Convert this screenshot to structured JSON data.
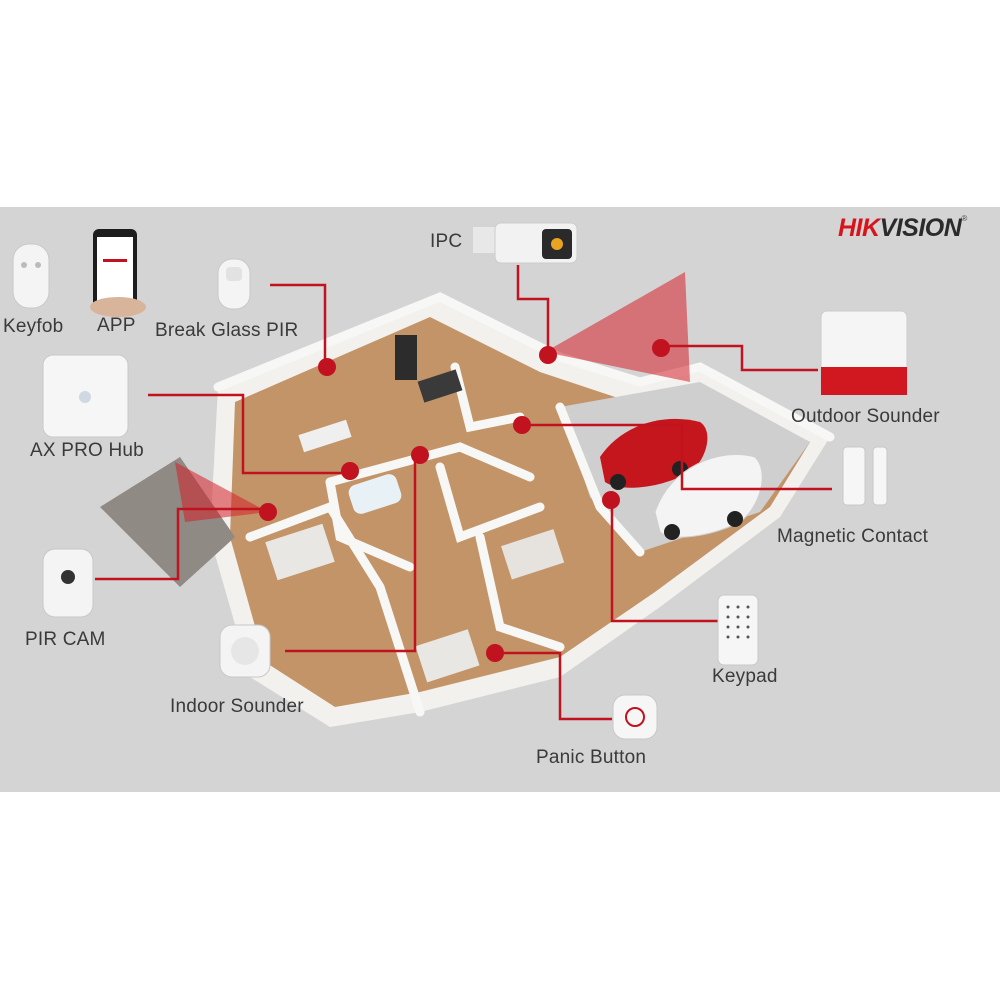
{
  "brand": {
    "part1": "HIK",
    "part2": "VISION",
    "mark": "®"
  },
  "devices": {
    "keyfob": "Keyfob",
    "app": "APP",
    "break_glass_pir": "Break Glass PIR",
    "ax_pro_hub": "AX PRO Hub",
    "pir_cam": "PIR CAM",
    "indoor_sounder": "Indoor Sounder",
    "ipc": "IPC",
    "outdoor_sounder": "Outdoor Sounder",
    "magnetic_contact": "Magnetic Contact",
    "keypad": "Keypad",
    "panic_button": "Panic Button"
  },
  "colors": {
    "accent": "#c1121f",
    "panel_bg": "#d4d4d4",
    "label": "#3a3a3a",
    "floor": "#b98a5c",
    "wall": "#f4f4f2"
  },
  "icons": [
    "keyfob-icon",
    "smartphone-icon",
    "pir-sensor-icon",
    "hub-icon",
    "pir-camera-icon",
    "sounder-icon",
    "bullet-camera-icon",
    "outdoor-siren-icon",
    "door-contact-icon",
    "keypad-icon",
    "panic-button-icon"
  ]
}
